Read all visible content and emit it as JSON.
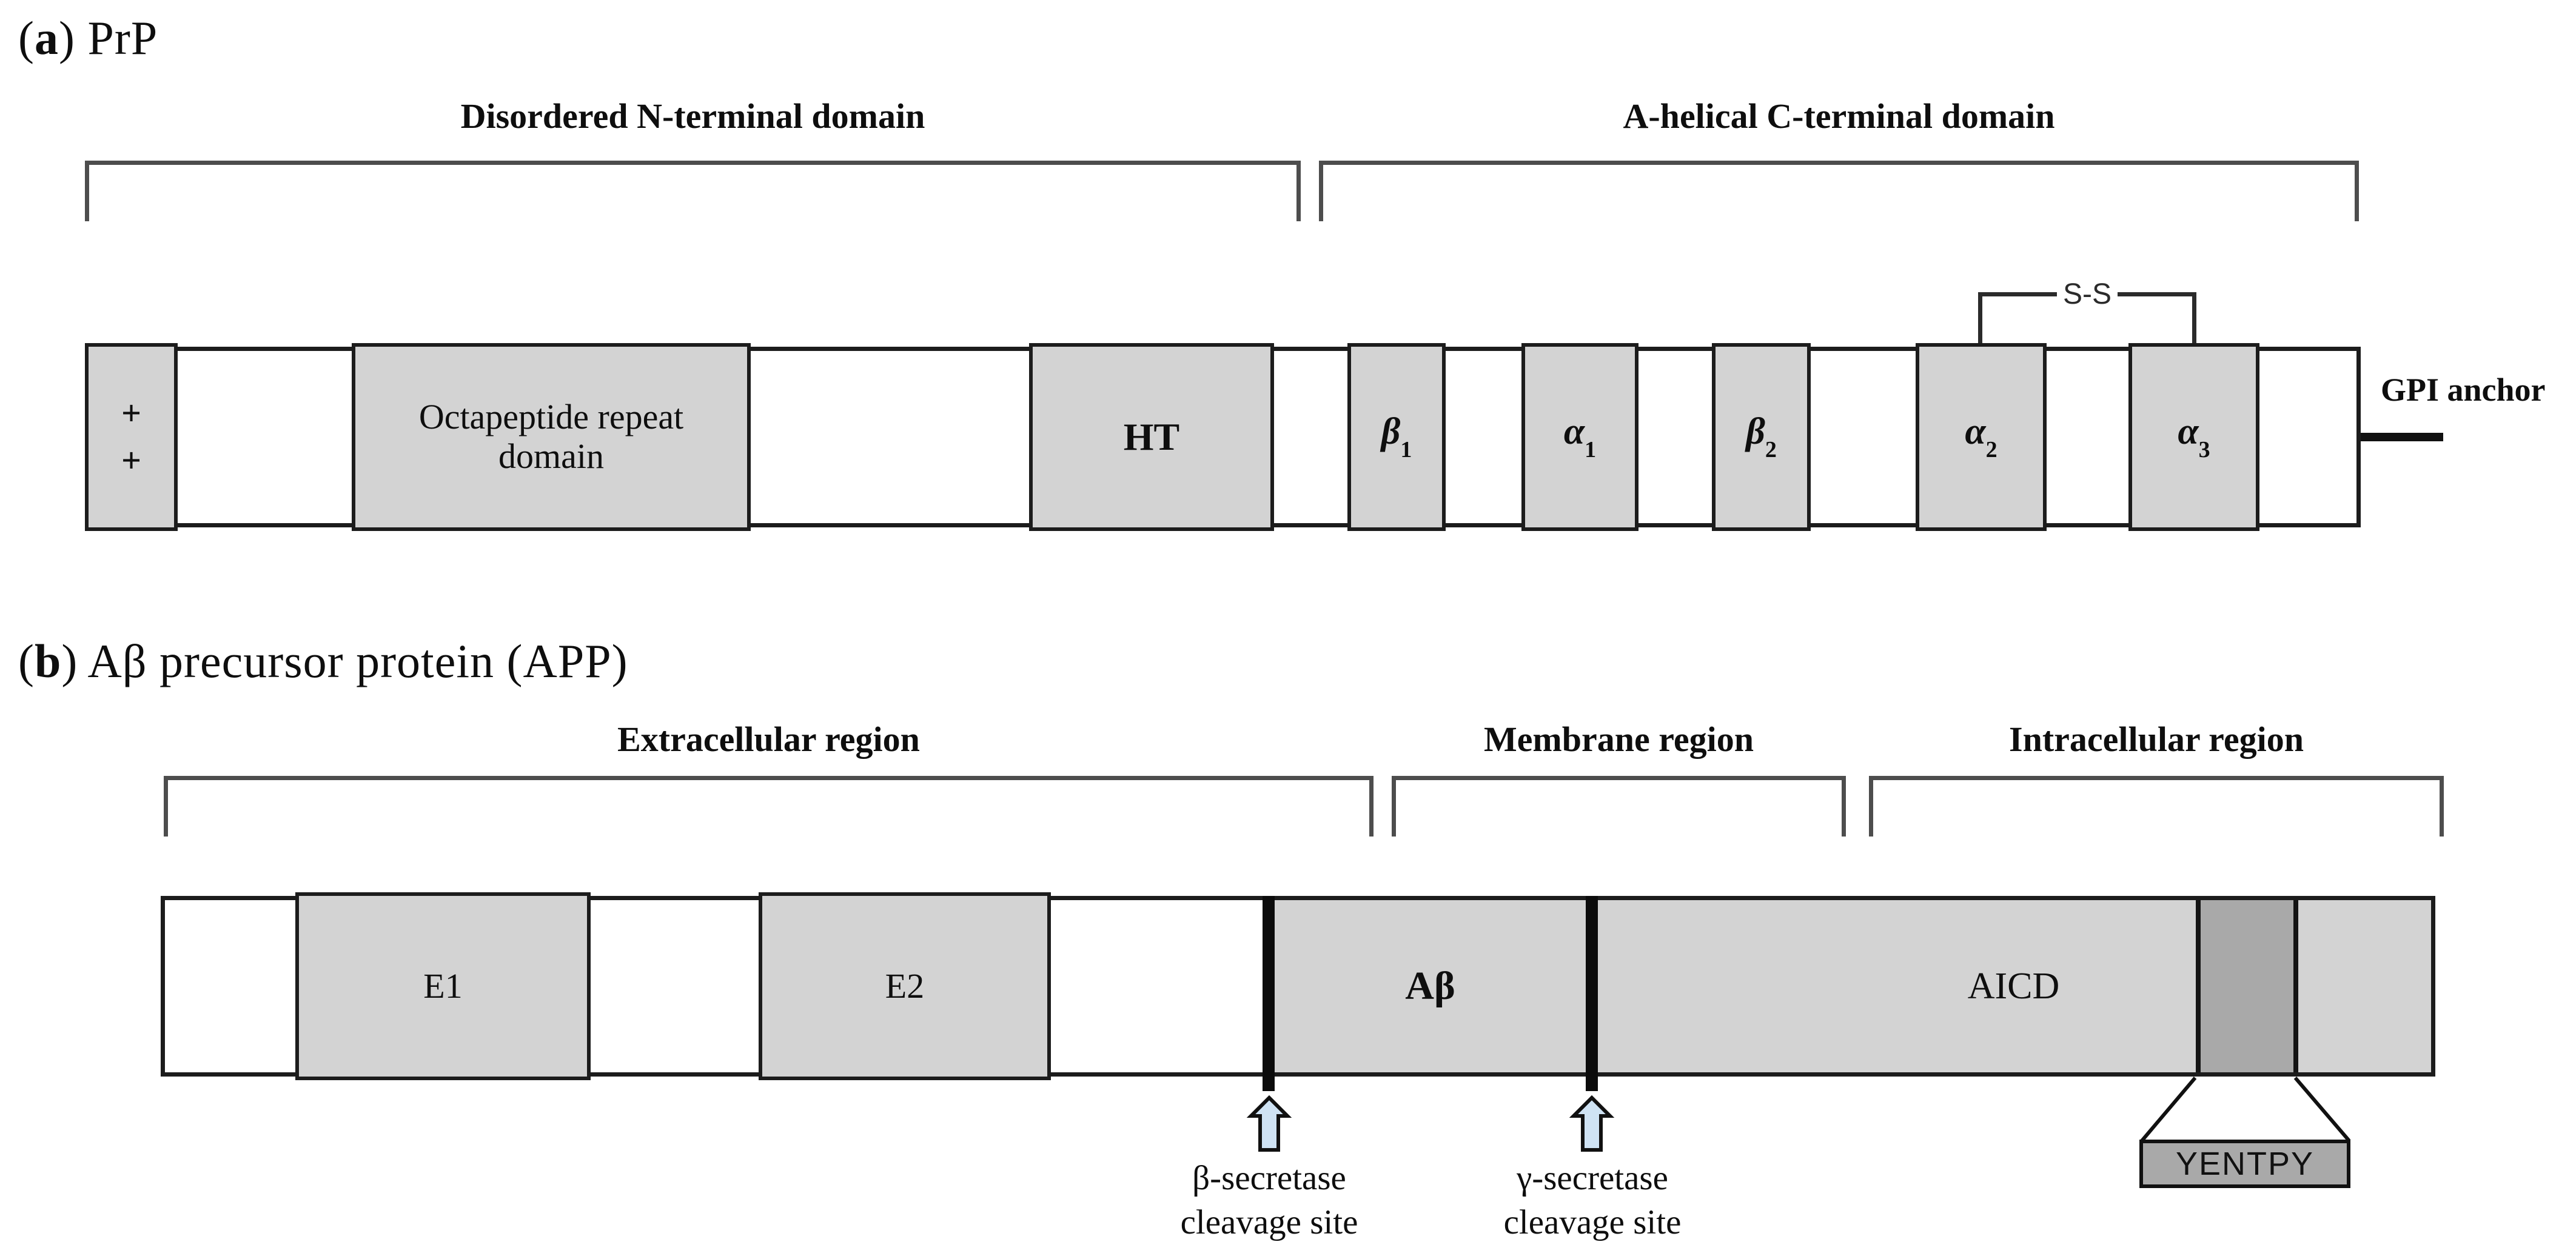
{
  "panel_a": {
    "label": {
      "open": "(",
      "letter": "a",
      "rest": ") PrP"
    },
    "regions": [
      {
        "label": "Disordered N-terminal domain"
      },
      {
        "label": "A-helical C-terminal domain"
      }
    ],
    "segments": [
      {
        "label": "+\n+"
      },
      {
        "label": "Octapeptide repeat domain"
      },
      {
        "label": "HT"
      },
      {
        "base": "β",
        "sub": "1"
      },
      {
        "base": "α",
        "sub": "1"
      },
      {
        "base": "β",
        "sub": "2"
      },
      {
        "base": "α",
        "sub": "2"
      },
      {
        "base": "α",
        "sub": "3"
      }
    ],
    "disulfide_label": "S-S",
    "gpi_label": "GPI anchor"
  },
  "panel_b": {
    "label": {
      "open": "(",
      "letter": "b",
      "rest": ") Aβ precursor protein (APP)"
    },
    "regions": [
      {
        "label": "Extracellular region"
      },
      {
        "label": "Membrane region"
      },
      {
        "label": "Intracellular region"
      }
    ],
    "segments": [
      {
        "label": "E1"
      },
      {
        "label": "E2"
      },
      {
        "label": "Aβ"
      },
      {
        "label": "AICD"
      }
    ],
    "cleavage_sites": [
      {
        "line1": "β-secretase",
        "line2": "cleavage site"
      },
      {
        "line1": "γ-secretase",
        "line2": "cleavage site"
      }
    ],
    "motif_label": "YENTPY"
  },
  "colors": {
    "domain_fill": "#d3d3d3",
    "motif_fill": "#a9a9a9",
    "arrow_fill": "#cfe3f4",
    "outline": "#1c1c1c",
    "bracket": "#4d4d4d"
  }
}
